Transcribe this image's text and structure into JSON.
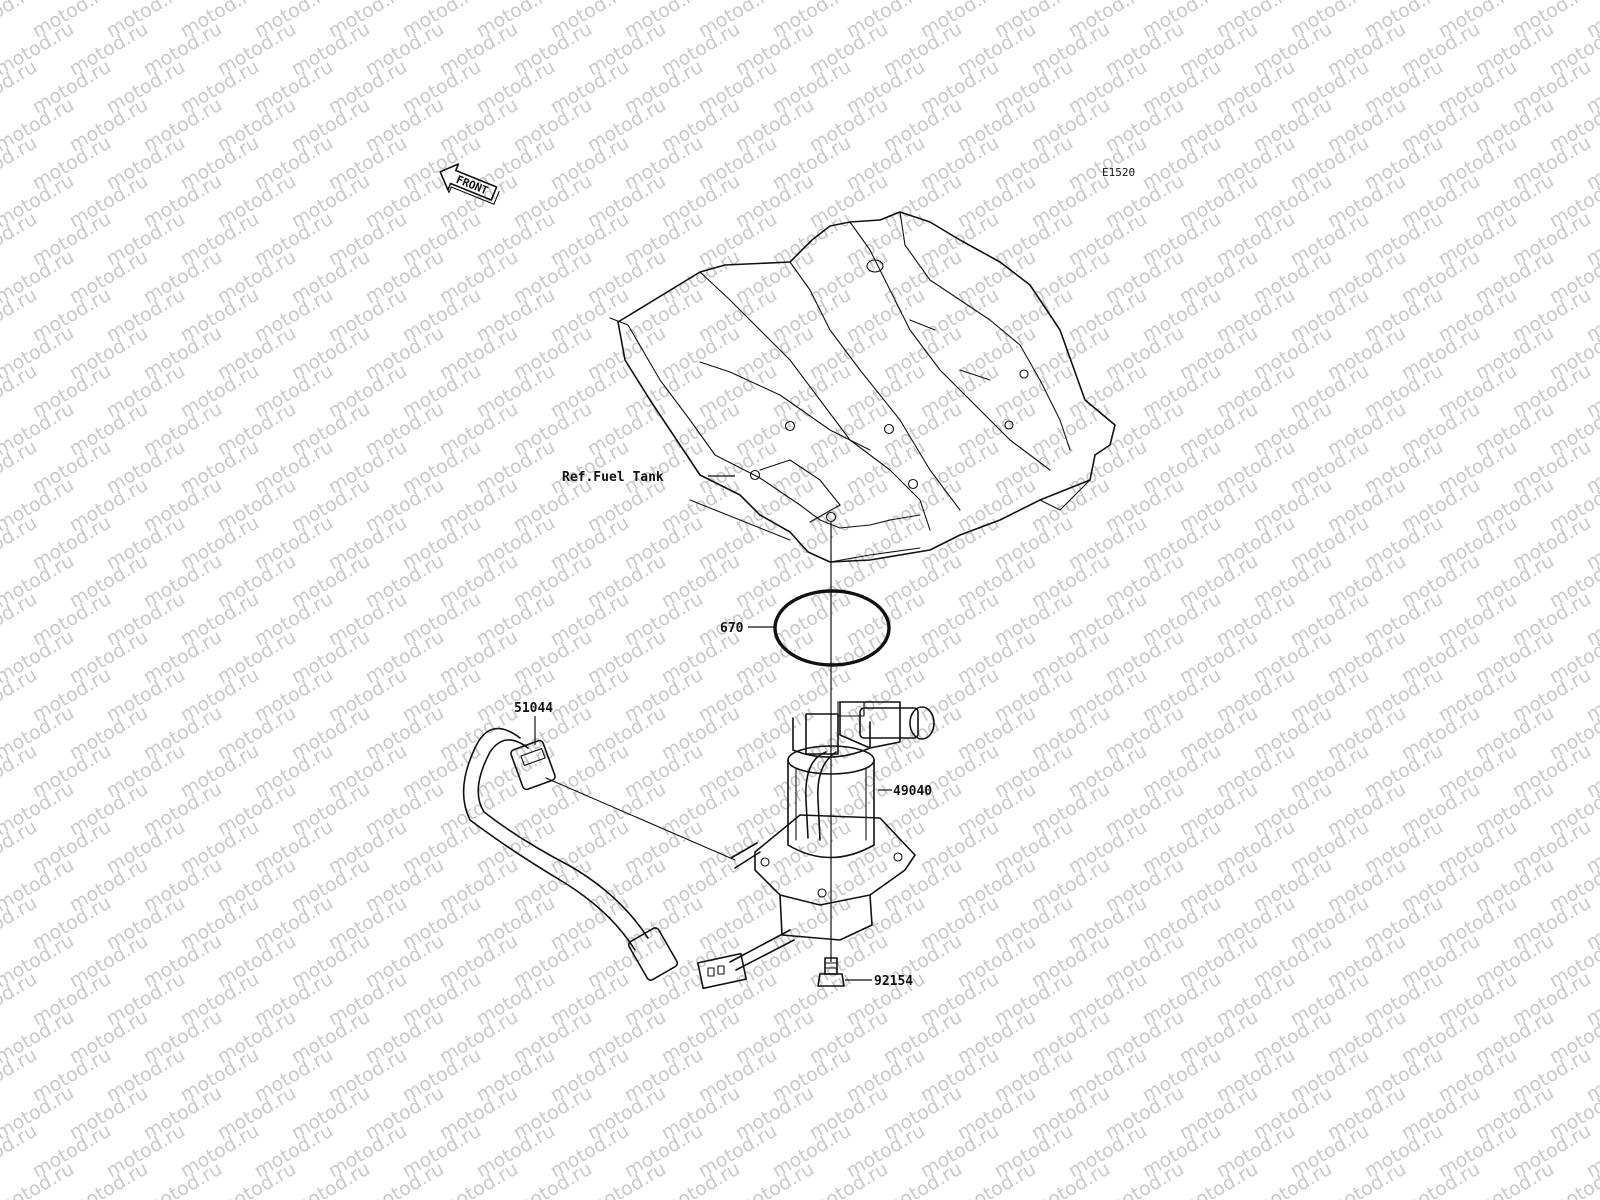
{
  "watermark": {
    "text": "motod.ru"
  },
  "diagram_code": "E1520",
  "front_arrow": {
    "label": "FRONT"
  },
  "labels": {
    "fuel_tank": "Ref.Fuel Tank",
    "o_ring": "670",
    "hose": "51044",
    "fuel_pump": "49040",
    "bolt": "92154"
  },
  "colors": {
    "line": "#111111",
    "watermark": "#c9c9c9",
    "background": "#ffffff"
  }
}
